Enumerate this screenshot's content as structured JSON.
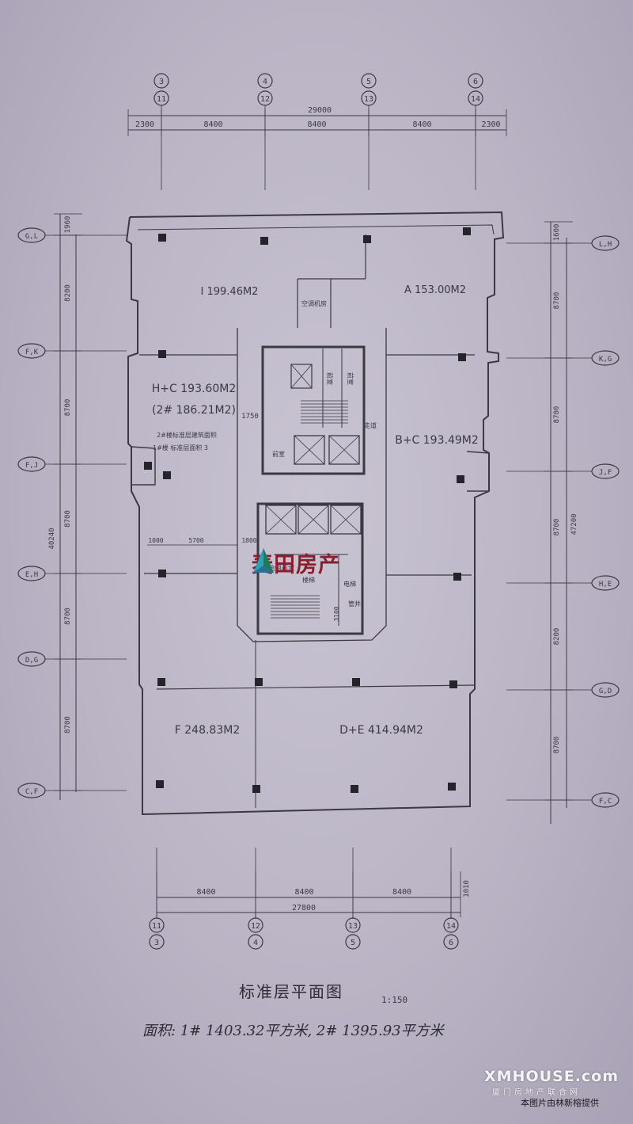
{
  "plan": {
    "title": "标准层平面图",
    "scale": "1:150",
    "area_note": "面积: 1# 1403.32平方米, 2# 1395.93平方米"
  },
  "grid": {
    "top_axes": [
      {
        "upper": "3",
        "lower": "11"
      },
      {
        "upper": "4",
        "lower": "12"
      },
      {
        "upper": "5",
        "lower": "13"
      },
      {
        "upper": "6",
        "lower": "14"
      }
    ],
    "bottom_axes": [
      {
        "upper": "11",
        "lower": "3"
      },
      {
        "upper": "12",
        "lower": "4"
      },
      {
        "upper": "13",
        "lower": "5"
      },
      {
        "upper": "14",
        "lower": "6"
      }
    ],
    "left_axes": [
      "G,L",
      "F,K",
      "F,J",
      "E,H",
      "D,G",
      "C,F"
    ],
    "right_axes": [
      "L,H",
      "K,G",
      "J,F",
      "H,E",
      "G,D",
      "F,C"
    ]
  },
  "dimensions": {
    "top_total": "29000",
    "top_segments": [
      "2300",
      "8400",
      "8400",
      "8400",
      "2300"
    ],
    "bottom_segments": [
      "8400",
      "8400",
      "8400",
      "1010"
    ],
    "bottom_total": "27800",
    "left_segments": [
      "1960",
      "8200",
      "8700",
      "8700",
      "8700",
      "8700"
    ],
    "left_total": "40240",
    "right_segments": [
      "1600",
      "8700",
      "8700",
      "8700",
      "8200",
      "8700"
    ],
    "right_total": "47200",
    "interior": [
      "1750",
      "1000",
      "5700",
      "1800",
      "3100"
    ]
  },
  "units": [
    {
      "label": "I 199.46M2"
    },
    {
      "label": "A 153.00M2"
    },
    {
      "label": "H+C 193.60M2"
    },
    {
      "label": "(2# 186.21M2)"
    },
    {
      "label": "B+C 193.49M2"
    },
    {
      "label": "F 248.83M2"
    },
    {
      "label": "D+E 414.94M2"
    }
  ],
  "core_labels": [
    "空调机房",
    "前室",
    "前室",
    "前室",
    "走道",
    "合用前室",
    "楼梯",
    "电梯",
    "管井"
  ],
  "note_lines": [
    "2#楼标准层建筑面积",
    "1#楼 标准层面积 3"
  ],
  "watermark": {
    "text": "麦田房产"
  },
  "branding": {
    "site": "XMHOUSE.com",
    "subtitle": "厦门房地产联合网",
    "credit": "本图片由林新榕提供"
  }
}
